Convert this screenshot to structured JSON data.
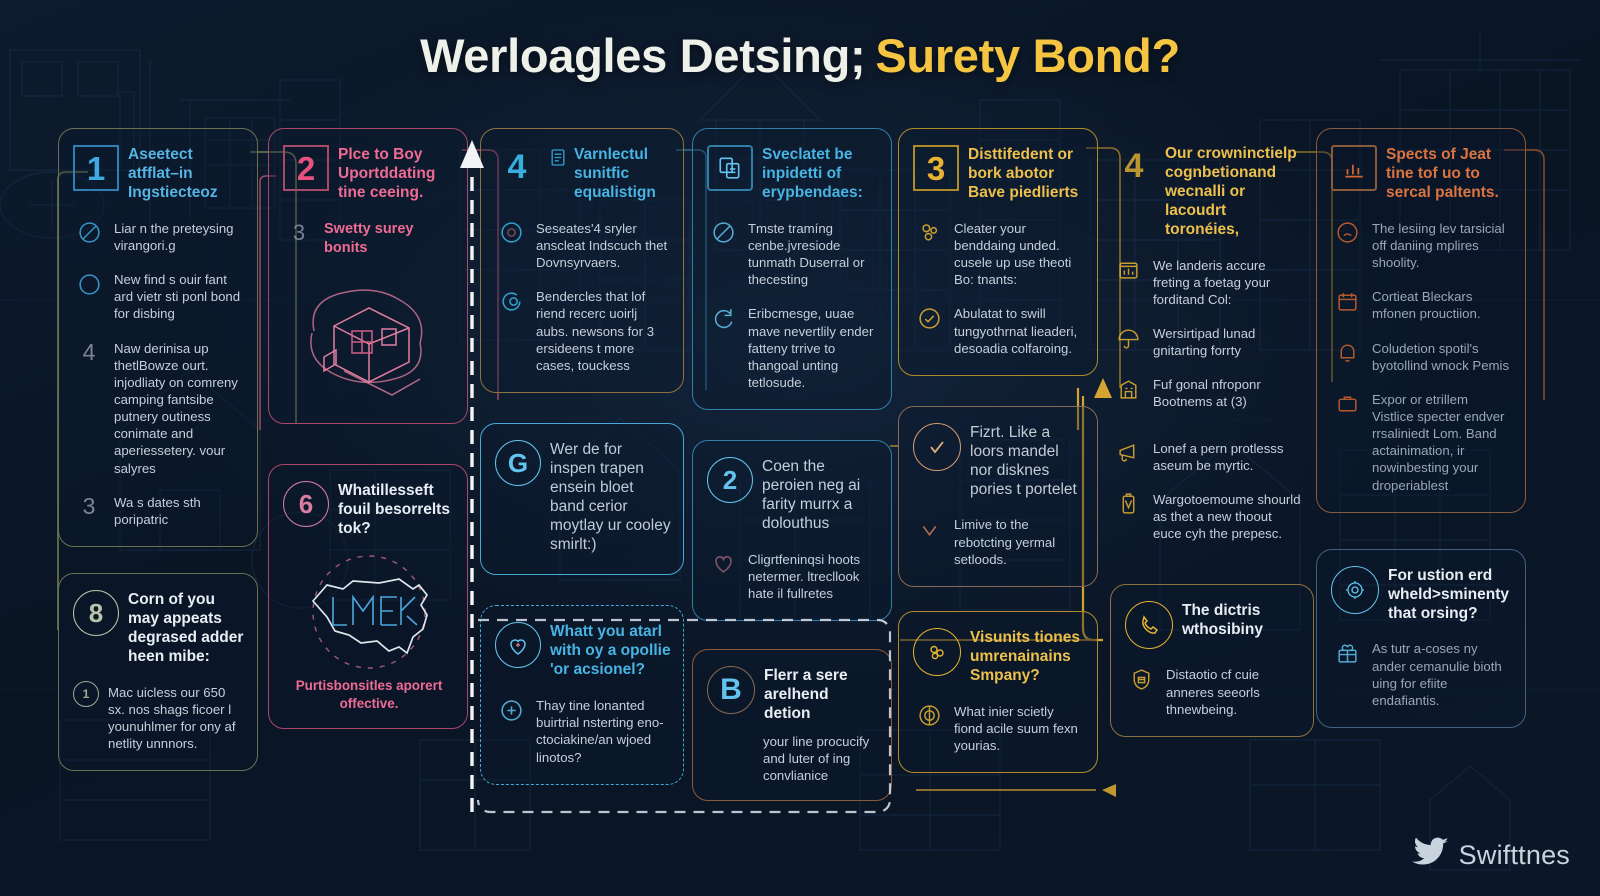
{
  "title": {
    "main": "Werloagles Detsing;",
    "accent": "Surety Bond?"
  },
  "watermark": {
    "brand": "Swifttnes",
    "icon": "twitter-bird-icon"
  },
  "colors": {
    "background": "#0d1b2e",
    "title_accent": "#f5c542",
    "blue": "#3fa9e0",
    "pink": "#e8517f",
    "cyan": "#39b6e8",
    "gold": "#e8b431",
    "orange": "#d4662f",
    "white": "#e6ecf2"
  },
  "columns": [
    {
      "id": "col-1",
      "cards": [
        {
          "id": "card-1",
          "badge": "1",
          "badge_style": "square",
          "heading": "Aseetect atfflat–in Ingstiecteoz",
          "rows": [
            {
              "icon": "no-entry-icon",
              "text": "Liar n the preteysing virangori.g"
            },
            {
              "icon": "circle-icon",
              "text": "New find s ouir fant ard vietr sti ponl bond for disbing"
            },
            {
              "icon": "numeral-4-icon",
              "text": "Naw derinisa up thetlBowze ourt. injodliaty on comreny camping fantsibe putnery outiness conimate and aperiessetery. vour salyres"
            },
            {
              "icon": "numeral-3-icon",
              "text": "Wa s dates sth poripatric"
            }
          ]
        },
        {
          "id": "card-2",
          "badge": "8",
          "badge_style": "circle",
          "heading": "Corn of you may appeats degrased adder heen mibe:",
          "rows": [
            {
              "icon": "numeral-1-circle-icon",
              "text": "Mac uicless our 650 sx. nos shags ficoer l younuhlmer for ony af netlity unnnors."
            }
          ]
        }
      ]
    },
    {
      "id": "col-2",
      "cards": [
        {
          "id": "card-3",
          "badge": "2",
          "badge_style": "square",
          "heading": "Plce to Boy Uportddating tine ceeing.",
          "rows": [
            {
              "icon": "numeral-3-icon",
              "text": "Swetty surey bonits"
            }
          ],
          "illustration": "isometric-house-icon"
        },
        {
          "id": "card-4",
          "badge": "6",
          "badge_style": "circle",
          "heading": "Whatillesseft fouil besorrelts tok?",
          "illustration": "usa-map-icon",
          "caption": "Purtisbonsitles aporert offective."
        }
      ]
    },
    {
      "id": "col-3",
      "cards": [
        {
          "id": "card-5",
          "badge": "4",
          "badge_style": "plain",
          "badge_icon": "document-list-icon",
          "heading": "Varnlectul sunitfic equalistign",
          "rows": [
            {
              "icon": "target-icon",
              "text": "Seseates'4 sryler anscleat Indscuch thet Dovnsyrvaers."
            },
            {
              "icon": "spiral-icon",
              "text": "Bendercles that lof riend recerc uoirlj aubs. newsons for 3 ersideens t more cases, touckess"
            }
          ]
        },
        {
          "id": "card-6",
          "badge": "G",
          "badge_style": "circle",
          "heading": "Wer de for inspen trapen ensein bloet band cerior moytlay ur cooley smirlt:)",
          "rows": []
        },
        {
          "id": "card-7",
          "badge": "heart-shield-icon",
          "badge_style": "circle-icon",
          "heading": "Whatt you atarl with oy a opollie 'or acsionel?",
          "dashed": true,
          "rows": [
            {
              "icon": "plus-circle-icon",
              "text": "Thay tine lonanted buirtrial nsterting eno-ctociakine/an wjoed linotos?"
            }
          ]
        }
      ]
    },
    {
      "id": "col-4",
      "cards": [
        {
          "id": "card-8",
          "badge": "copy-documents-icon",
          "badge_style": "square-icon",
          "heading": "Sveclatet be inpidetti of erypbendaes:",
          "rows": [
            {
              "icon": "no-entry-icon",
              "text": "Tmste tramíng cenbe.jvresiode tunmath Duserral or thecesting"
            },
            {
              "icon": "refresh-icon",
              "text": "Eribcmesge, uuae mave nevertlily ender fatteny trrive to thangoal unting tetlosude."
            }
          ]
        },
        {
          "id": "card-9",
          "badge": "2",
          "badge_style": "circle",
          "heading": "Coen the peroien neg ai farity murrx a dolouthus",
          "rows": [
            {
              "icon": "heart-outline-icon",
              "text": "Cligrtfeninqsi hoots netermer. ltrecllook hate il fullretes"
            }
          ]
        },
        {
          "id": "card-10",
          "badge": "B",
          "badge_style": "circle",
          "heading": "Flerr a sere arelhend detion",
          "rows": [
            {
              "icon": "text-only-icon",
              "text": "your line procucify and luter of ing convlianice"
            }
          ]
        }
      ]
    },
    {
      "id": "col-5",
      "cards": [
        {
          "id": "card-11",
          "badge": "3",
          "badge_style": "square",
          "heading": "Disttifedent or bork abotor Bave piedlierts",
          "rows": [
            {
              "icon": "group-people-icon",
              "text": "Cleater your benddaing unded. cusele up use theoti Bo: tnants:"
            },
            {
              "icon": "badge-check-icon",
              "text": "Abulatat to swill tungyothrnat lieaderi, desoadia colfaroing."
            }
          ]
        },
        {
          "id": "card-12",
          "badge": "check-circle-icon",
          "badge_style": "circle-icon",
          "heading": "Fizrt. Like a loors mandel nor disknes pories t portelet",
          "rows": [
            {
              "icon": "arrow-down-icon",
              "text": "Limive to the rebotcting yermal setloods."
            }
          ]
        },
        {
          "id": "card-13",
          "badge": "atom-circle-icon",
          "badge_style": "circle-icon",
          "heading": "Visunits tiones umrenainains Smpany?",
          "rows": [
            {
              "icon": "globe-circle-icon",
              "text": "What inier scietly fiond acile suum fexn yourias."
            }
          ]
        }
      ]
    },
    {
      "id": "col-6",
      "cards": [
        {
          "id": "card-14",
          "badge": "4",
          "badge_style": "plain",
          "heading": "Our crowninctielp cognbetionand wecnalli or lacoudrt toronéies,",
          "rows": [
            {
              "icon": "bank-chart-icon",
              "text": "We landeris accure freting a foetag your forditand Col:"
            },
            {
              "icon": "umbrella-icon",
              "text": "Wersirtipad lunad gnitarting forrty"
            },
            {
              "icon": "building-icon",
              "text": "Fuf gonal nfroponr Bootnems at (3)"
            },
            {
              "icon": "megaphone-icon",
              "text": "Lonef a pern protlesss aseum be myrtic."
            },
            {
              "icon": "bottle-icon",
              "text": "Wargotoemoume shourld as thet a new thoout euce cyh the prepesc."
            }
          ]
        },
        {
          "id": "card-15",
          "badge": "phone-circle-icon",
          "badge_style": "circle-icon",
          "heading": "The dictris wthosibiny",
          "rows": [
            {
              "icon": "bank-shield-icon",
              "text": "Distaotio cf cuie anneres seeorls thnewbeing."
            }
          ]
        }
      ]
    },
    {
      "id": "col-7",
      "cards": [
        {
          "id": "card-16",
          "badge": "bar-chart-icon",
          "badge_style": "square-icon",
          "heading": "Spects of Jeat tine tof uo to sercal paltents.",
          "rows": [
            {
              "icon": "sad-face-icon",
              "text": "The lesiing lev tarsicial off daniing mplires shoolity."
            },
            {
              "icon": "calendar-icon",
              "text": "Cortieat Bleckars mfonen prouctiion."
            },
            {
              "icon": "bell-icon",
              "text": "Coludetion spotil's byotollind wnock Pemis"
            },
            {
              "icon": "briefcase-icon",
              "text": "Expor or etrillem Vistlice specter endver rrsaliniedt Lom. Band actainimation, ir nowinbesting your droperiablest"
            }
          ]
        },
        {
          "id": "card-17",
          "badge": "gear-circle-icon",
          "badge_style": "circle-icon",
          "heading": "For ustion erd wheld>sminenty that orsing?",
          "rows": [
            {
              "icon": "gift-icon",
              "text": "As tutr a-coses ny ander cemanulie bioth uing for efiite endafiantis."
            }
          ]
        }
      ]
    }
  ]
}
